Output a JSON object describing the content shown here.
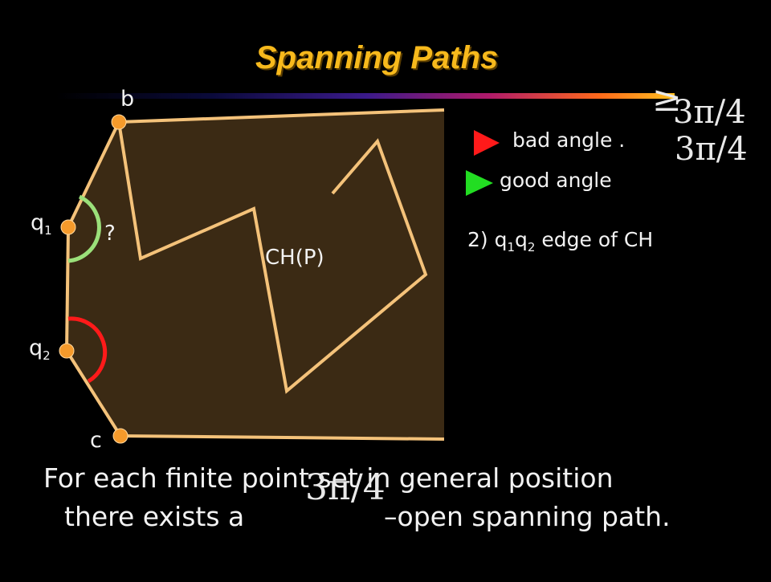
{
  "slide": {
    "title": "Spanning Paths",
    "math_ge": "≥",
    "math_angle_1": "3π/4",
    "math_angle_2": "3π/4",
    "math_angle_3": "3π/4",
    "legend": {
      "bad_label": "bad angle .",
      "good_label": "good angle",
      "bad_color": "#ff1a1a",
      "good_color": "#22dd22"
    },
    "condition": {
      "prefix": "2) q",
      "sub1": "1",
      "mid": "q",
      "sub2": "2",
      "suffix": " edge of CH"
    },
    "diagram": {
      "label_b": "b",
      "label_c": "c",
      "q1_base": "q",
      "q1_sub": "1",
      "q2_base": "q",
      "q2_sub": "2",
      "question_mark": "?",
      "hull_label": "CH(P)",
      "hull_fill": "#3b2a14",
      "edge_color": "#f4c27a",
      "point_color": "#f59a2b"
    },
    "statement": {
      "line1": "For each finite point set in general position",
      "line2_start": "there exists a",
      "line2_end": "–open spanning path."
    }
  }
}
